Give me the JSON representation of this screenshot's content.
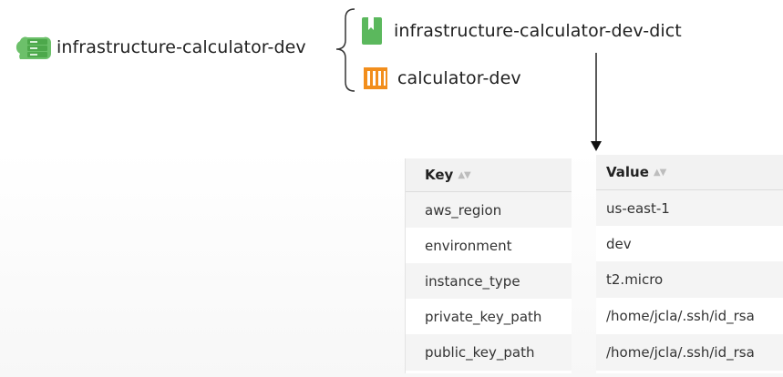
{
  "diagram": {
    "root": {
      "label": "infrastructure-calculator-dev",
      "icon": "server-stack-icon",
      "color": "#5bb85d"
    },
    "children": [
      {
        "label": "infrastructure-calculator-dev-dict",
        "icon": "dictionary-icon",
        "color": "#5bb85d"
      },
      {
        "label": "calculator-dev",
        "icon": "container-icon",
        "color": "#f28e1c"
      }
    ]
  },
  "table": {
    "headers": {
      "key": "Key",
      "value": "Value"
    },
    "rows": [
      {
        "key": "aws_region",
        "value": "us-east-1"
      },
      {
        "key": "environment",
        "value": "dev"
      },
      {
        "key": "instance_type",
        "value": "t2.micro"
      },
      {
        "key": "private_key_path",
        "value": "/home/jcla/.ssh/id_rsa"
      },
      {
        "key": "public_key_path",
        "value": "/home/jcla/.ssh/id_rsa"
      }
    ]
  }
}
